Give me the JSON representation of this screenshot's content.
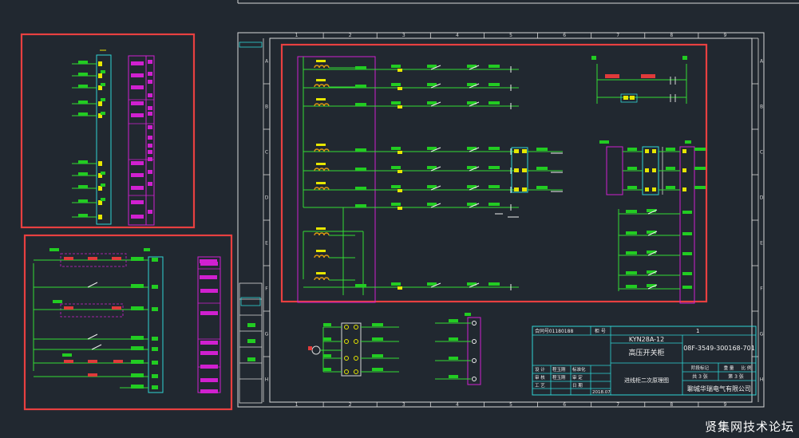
{
  "colors": {
    "background": "#212830",
    "frame": "#d8d8d8",
    "wire": "#33dd33",
    "block": "#22cc22",
    "cyan": "#2fd5d5",
    "magenta": "#d020d0",
    "yellow": "#e6e600",
    "red": "#e03a3a",
    "orange": "#e09a10",
    "highlight_box": "#e84040",
    "white": "#f0f0f0"
  },
  "frame": {
    "grid_numbers": [
      "1",
      "2",
      "3",
      "4",
      "5",
      "6",
      "7",
      "8",
      "9"
    ],
    "grid_letters": [
      "A",
      "B",
      "C",
      "D",
      "E",
      "F",
      "G",
      "H"
    ]
  },
  "title_block": {
    "model": "KYN28A-12",
    "name": "高压开关柜",
    "drawing_no": "08F-3549-300168-701",
    "drawing_title": "进线柜二次原理图",
    "company": "聊城华瑞电气有限公司",
    "order_no": "01180188",
    "row_labels": [
      "设 计",
      "审 核",
      "工 艺",
      "标准化",
      "审 定",
      "日 期"
    ],
    "names": [
      "程玉刚",
      "程玉刚"
    ],
    "date": "2018.07",
    "sheet_total": "共 3 张",
    "sheet_no": "第 3 张",
    "stage": "阶段标记",
    "weight": "重 量",
    "scale": "比 例",
    "cabinet_no": "柜 号",
    "cabinet_value": "1"
  },
  "watermark": "贤集网技术论坛"
}
